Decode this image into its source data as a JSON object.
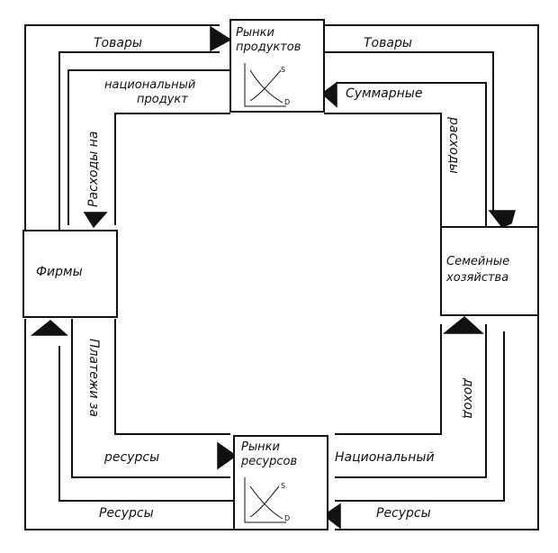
{
  "boxes": {
    "product_markets": "Рынки продуктов",
    "product_markets_line1": "Рынки",
    "product_markets_line2": "продуктов",
    "firms": "Фирмы",
    "households_line1": "Семейные",
    "households_line2": "хозяйства",
    "resource_markets_line1": "Рынки",
    "resource_markets_line2": "ресурсов"
  },
  "flows": {
    "goods_left": "Товары",
    "goods_right": "Товары",
    "national_product_line1": "национальный",
    "national_product_line2": "продукт",
    "spending_on": "Расходы на",
    "total_spending_line1": "Суммарные",
    "total_spending_line2": "расходы",
    "payments_for": "Платежи за",
    "resources_small": "ресурсы",
    "national_income_line1": "Национальный",
    "national_income_line2": "доход",
    "resources_left": "Ресурсы",
    "resources_right": "Ресурсы"
  },
  "curve_labels": {
    "supply": "S",
    "demand": "D"
  },
  "colors": {
    "ink": "#111111",
    "background": "#ffffff"
  }
}
